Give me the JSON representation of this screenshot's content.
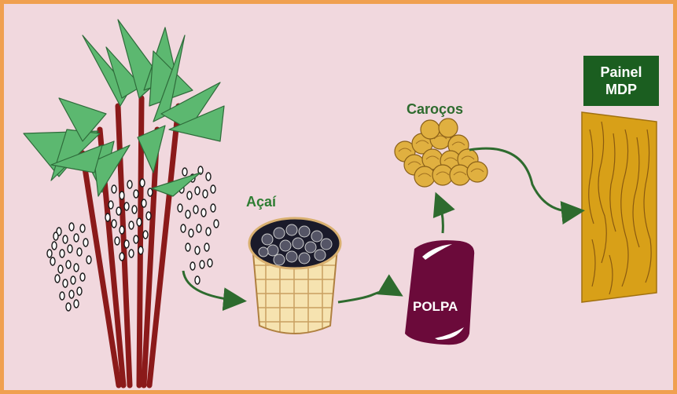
{
  "labels": {
    "acai": "Açaí",
    "polpa": "POLPA",
    "caroços": "Caroços",
    "painel_line1": "Painel",
    "painel_line2": "MDP"
  },
  "colors": {
    "background": "#f1d8de",
    "border": "#f0a050",
    "leaf": "#5cb870",
    "trunk": "#8b1a1a",
    "polpa": "#6b0a3a",
    "seed": "#e0b040",
    "panel": "#d8a018",
    "arrow": "#2e6b2e",
    "label_green": "#2e7d32",
    "painel_box": "#1b5e20"
  },
  "icons": [
    "acai-palm-icon",
    "acai-basket-icon",
    "polpa-bag-icon",
    "seeds-pile-icon",
    "mdp-panel-icon"
  ]
}
